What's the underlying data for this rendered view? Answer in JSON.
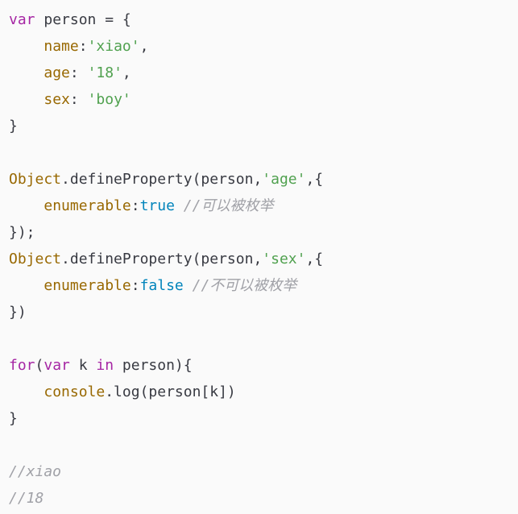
{
  "code": {
    "language": "javascript",
    "colors": {
      "keyword": "#a626a4",
      "property": "#986801",
      "string": "#50a14f",
      "literal": "#0184bb",
      "comment": "#a0a1a7",
      "text": "#383a42",
      "background": "#fafafa"
    },
    "lines": [
      {
        "tokens": [
          {
            "t": "kw",
            "v": "var"
          },
          {
            "t": "plain",
            "v": " person = {"
          }
        ]
      },
      {
        "tokens": [
          {
            "t": "plain",
            "v": "    "
          },
          {
            "t": "prop",
            "v": "name"
          },
          {
            "t": "plain",
            "v": ":"
          },
          {
            "t": "str",
            "v": "'xiao'"
          },
          {
            "t": "plain",
            "v": ","
          }
        ]
      },
      {
        "tokens": [
          {
            "t": "plain",
            "v": "    "
          },
          {
            "t": "prop",
            "v": "age"
          },
          {
            "t": "plain",
            "v": ": "
          },
          {
            "t": "str",
            "v": "'18'"
          },
          {
            "t": "plain",
            "v": ","
          }
        ]
      },
      {
        "tokens": [
          {
            "t": "plain",
            "v": "    "
          },
          {
            "t": "prop",
            "v": "sex"
          },
          {
            "t": "plain",
            "v": ": "
          },
          {
            "t": "str",
            "v": "'boy'"
          }
        ]
      },
      {
        "tokens": [
          {
            "t": "plain",
            "v": "}"
          }
        ]
      },
      {
        "tokens": []
      },
      {
        "tokens": [
          {
            "t": "prop",
            "v": "Object"
          },
          {
            "t": "plain",
            "v": ".defineProperty(person,"
          },
          {
            "t": "str",
            "v": "'age'"
          },
          {
            "t": "plain",
            "v": ",{"
          }
        ]
      },
      {
        "tokens": [
          {
            "t": "plain",
            "v": "    "
          },
          {
            "t": "prop",
            "v": "enumerable"
          },
          {
            "t": "plain",
            "v": ":"
          },
          {
            "t": "lit",
            "v": "true"
          },
          {
            "t": "plain",
            "v": " "
          },
          {
            "t": "cmt",
            "v": "//可以被枚举"
          }
        ]
      },
      {
        "tokens": [
          {
            "t": "plain",
            "v": "});"
          }
        ]
      },
      {
        "tokens": [
          {
            "t": "prop",
            "v": "Object"
          },
          {
            "t": "plain",
            "v": ".defineProperty(person,"
          },
          {
            "t": "str",
            "v": "'sex'"
          },
          {
            "t": "plain",
            "v": ",{"
          }
        ]
      },
      {
        "tokens": [
          {
            "t": "plain",
            "v": "    "
          },
          {
            "t": "prop",
            "v": "enumerable"
          },
          {
            "t": "plain",
            "v": ":"
          },
          {
            "t": "lit",
            "v": "false"
          },
          {
            "t": "plain",
            "v": " "
          },
          {
            "t": "cmt",
            "v": "//不可以被枚举"
          }
        ]
      },
      {
        "tokens": [
          {
            "t": "plain",
            "v": "})"
          }
        ]
      },
      {
        "tokens": []
      },
      {
        "tokens": [
          {
            "t": "kw",
            "v": "for"
          },
          {
            "t": "plain",
            "v": "("
          },
          {
            "t": "kw",
            "v": "var"
          },
          {
            "t": "plain",
            "v": " k "
          },
          {
            "t": "kw",
            "v": "in"
          },
          {
            "t": "plain",
            "v": " person){"
          }
        ]
      },
      {
        "tokens": [
          {
            "t": "plain",
            "v": "    "
          },
          {
            "t": "prop",
            "v": "console"
          },
          {
            "t": "plain",
            "v": ".log(person[k])"
          }
        ]
      },
      {
        "tokens": [
          {
            "t": "plain",
            "v": "}"
          }
        ]
      },
      {
        "tokens": []
      },
      {
        "tokens": [
          {
            "t": "cmt",
            "v": "//xiao"
          }
        ]
      },
      {
        "tokens": [
          {
            "t": "cmt",
            "v": "//18"
          }
        ]
      }
    ]
  }
}
